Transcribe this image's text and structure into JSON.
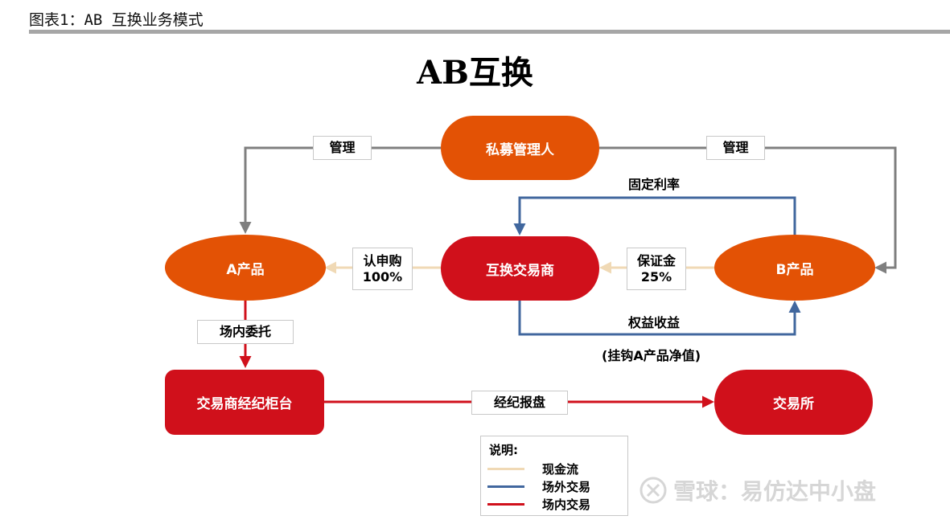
{
  "caption": "图表1：AB 互换业务模式",
  "title": "AB互换",
  "nodes": {
    "manager": "私募管理人",
    "product_a": "A产品",
    "swap_dealer": "互换交易商",
    "product_b": "B产品",
    "counter": "交易商经纪柜台",
    "exchange": "交易所"
  },
  "edge_labels": {
    "manage_left": "管理",
    "manage_right": "管理",
    "fixed_rate": "固定利率",
    "subscribe": "认申购",
    "subscribe_pct": "100%",
    "margin": "保证金",
    "margin_pct": "25%",
    "equity_return": "权益收益",
    "pegged": "(挂钩A产品净值)",
    "on_exchange_entrust": "场内委托",
    "broker_order": "经纪报盘"
  },
  "legend": {
    "title": "说明:",
    "items": [
      {
        "label": "现金流",
        "color": "#f0d9b5"
      },
      {
        "label": "场外交易",
        "color": "#41679e"
      },
      {
        "label": "场内交易",
        "color": "#d0101b"
      }
    ]
  },
  "watermark": "雪球：易仿达中小盘",
  "colors": {
    "manage_line": "#7f7f7f",
    "cash_flow": "#f0d9b5",
    "otc": "#41679e",
    "on_exchange": "#d0101b",
    "orange_node": "#e35205",
    "red_node": "#d0101b"
  }
}
